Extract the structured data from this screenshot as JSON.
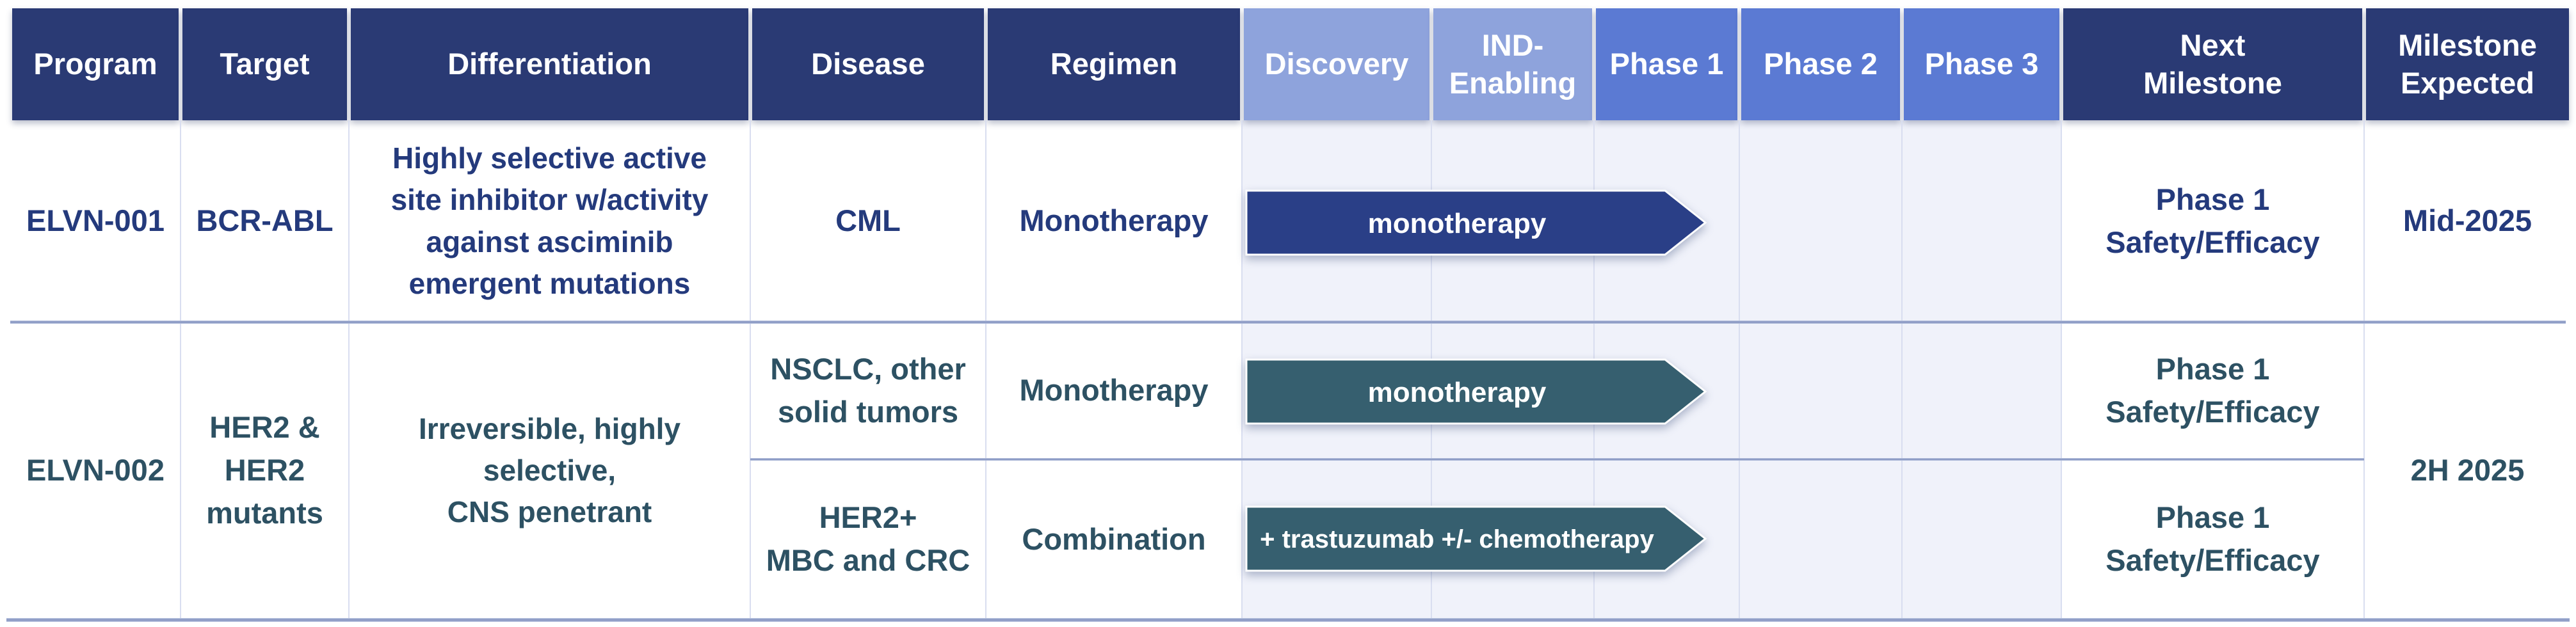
{
  "header": {
    "cells": [
      {
        "label": "Program"
      },
      {
        "label": "Target"
      },
      {
        "label": "Differentiation"
      },
      {
        "label": "Disease"
      },
      {
        "label": "Regimen"
      },
      {
        "label": "Discovery"
      },
      {
        "label": "IND-\nEnabling"
      },
      {
        "label": "Phase 1"
      },
      {
        "label": "Phase 2"
      },
      {
        "label": "Phase 3"
      },
      {
        "label": "Next\nMilestone"
      },
      {
        "label": "Milestone\nExpected"
      }
    ]
  },
  "rows": {
    "r1": {
      "program": "ELVN-001",
      "target": "BCR-ABL",
      "differentiation": "Highly selective active\nsite inhibitor w/activity\nagainst asciminib\nemergent mutations",
      "disease": "CML",
      "regimen": "Monotherapy",
      "arrow_label": "monotherapy",
      "next_milestone": "Phase 1\nSafety/Efficacy",
      "milestone_expected": "Mid-2025"
    },
    "r2": {
      "program": "ELVN-002",
      "target": "HER2 &\nHER2\nmutants",
      "differentiation": "Irreversible, highly\nselective,\nCNS penetrant",
      "milestone_expected": "2H 2025",
      "sub1": {
        "disease": "NSCLC, other\nsolid tumors",
        "regimen": "Monotherapy",
        "arrow_label": "monotherapy",
        "next_milestone": "Phase 1\nSafety/Efficacy"
      },
      "sub2": {
        "disease": "HER2+\nMBC and CRC",
        "regimen": "Combination",
        "arrow_label": "+ trastuzumab +/- chemotherapy",
        "next_milestone": "Phase 1\nSafety/Efficacy"
      }
    }
  },
  "colors": {
    "header_navy": "#2A3A74",
    "header_stage_light": "#8EA3DC",
    "header_stage_mid": "#5B7AD3",
    "arrow_navy": "#2A3F87",
    "arrow_teal": "#365F6F",
    "text_navy": "#243A7C",
    "text_teal": "#2D5163",
    "row_divider": "#8E9CC6",
    "stage_lane_bg": "#F0F2FA"
  },
  "chart_data": {
    "type": "table",
    "title": "Clinical pipeline table with development-stage progress arrows",
    "stage_columns": [
      "Discovery",
      "IND-Enabling",
      "Phase 1",
      "Phase 2",
      "Phase 3"
    ],
    "columns": [
      "Program",
      "Target",
      "Differentiation",
      "Disease",
      "Regimen",
      "Discovery",
      "IND-Enabling",
      "Phase 1",
      "Phase 2",
      "Phase 3",
      "Next Milestone",
      "Milestone Expected"
    ],
    "rows": [
      {
        "program": "ELVN-001",
        "target": "BCR-ABL",
        "differentiation": "Highly selective active site inhibitor w/activity against asciminib emergent mutations",
        "disease": "CML",
        "regimen": "Monotherapy",
        "stage_bar": {
          "label": "monotherapy",
          "from": "Discovery",
          "to": "Phase 1 (start)",
          "color": "#2A3F87"
        },
        "next_milestone": "Phase 1 Safety/Efficacy",
        "milestone_expected": "Mid-2025"
      },
      {
        "program": "ELVN-002",
        "target": "HER2 & HER2 mutants",
        "differentiation": "Irreversible, highly selective, CNS penetrant",
        "disease": "NSCLC, other solid tumors",
        "regimen": "Monotherapy",
        "stage_bar": {
          "label": "monotherapy",
          "from": "Discovery",
          "to": "Phase 1 (start)",
          "color": "#365F6F"
        },
        "next_milestone": "Phase 1 Safety/Efficacy",
        "milestone_expected": "2H 2025"
      },
      {
        "program": "ELVN-002",
        "target": "HER2 & HER2 mutants",
        "differentiation": "Irreversible, highly selective, CNS penetrant",
        "disease": "HER2+ MBC and CRC",
        "regimen": "Combination",
        "stage_bar": {
          "label": "+ trastuzumab +/- chemotherapy",
          "from": "Discovery",
          "to": "Phase 1 (start)",
          "color": "#365F6F"
        },
        "next_milestone": "Phase 1 Safety/Efficacy",
        "milestone_expected": "2H 2025"
      }
    ]
  }
}
